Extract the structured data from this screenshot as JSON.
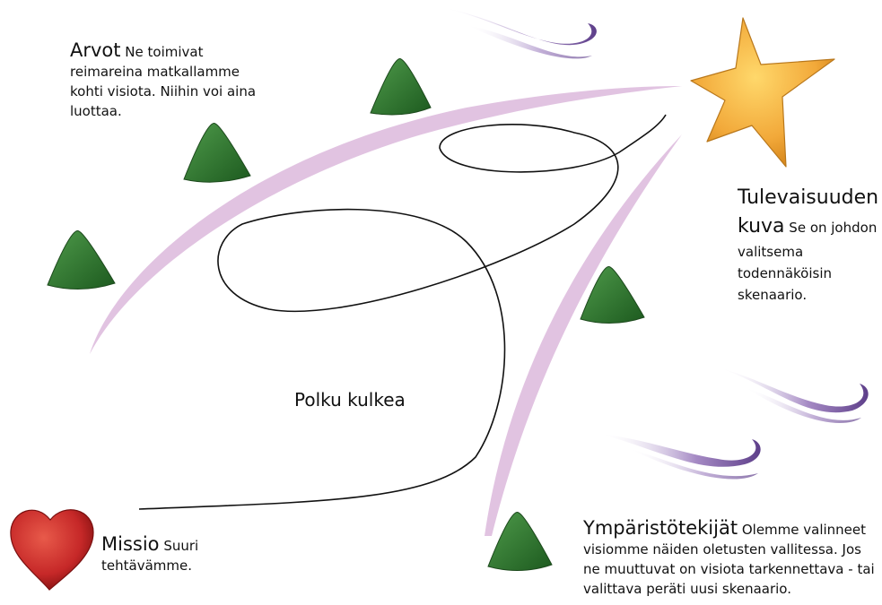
{
  "labels": {
    "arvot": {
      "title": "Arvot",
      "text": "Ne toimivat reimareina matkallamme kohti visiota. Niihin voi aina luottaa."
    },
    "tulevaisuuden_kuva": {
      "title": "Tulevaisuuden kuva",
      "text": "Se on johdon valitsema todennäköisin skenaario."
    },
    "missio": {
      "title": "Missio",
      "text": "Suuri tehtävämme."
    },
    "ymparistotekijat": {
      "title": "Ympäristötekijät",
      "text": "Olemme valinneet visiomme näiden oletusten vallitessa. Jos ne muuttuvat on visiota tarkennettava - tai valittava peräti uusi skenaario."
    },
    "path": "Polku kulkea"
  },
  "colors": {
    "buoy": "#2f7a2f",
    "buoy_dark": "#1d5a1f",
    "star": "#f2a93a",
    "heart": "#c62828",
    "channel": "#dcb8dc",
    "wind": "#8a6ab0",
    "path_line": "#111111"
  },
  "icons": [
    "buoy-icon",
    "star-icon",
    "heart-icon",
    "wind-icon"
  ]
}
